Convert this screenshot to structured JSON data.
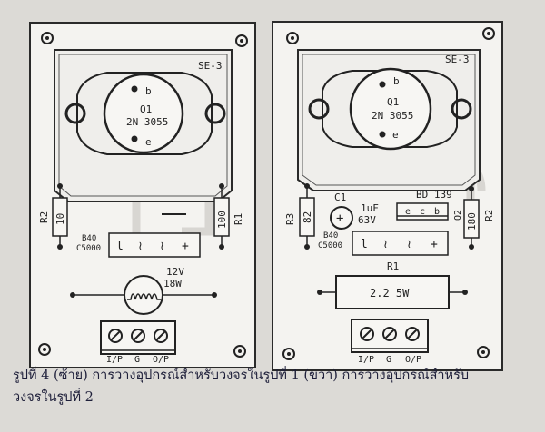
{
  "left_board": {
    "transistor": {
      "name": "Q1",
      "part": "2N 3055",
      "pin_b": "b",
      "pin_e": "e"
    },
    "resistor_left": {
      "ref": "R2",
      "value": "10"
    },
    "resistor_right": {
      "ref": "R1",
      "value": "100"
    },
    "rectifier": {
      "part_line1": "B40",
      "part_line2": "C5000",
      "pins": [
        "l",
        "≀",
        "≀",
        "+"
      ]
    },
    "lamp": {
      "voltage": "12V",
      "power": "18W"
    },
    "terminal_labels": [
      "I/P",
      "G",
      "O/P"
    ],
    "corner_mark": "SE-3"
  },
  "right_board": {
    "transistor": {
      "name": "Q1",
      "part": "2N 3055",
      "pin_b": "b",
      "pin_e": "e"
    },
    "capacitor": {
      "ref": "C1",
      "value": "1uF",
      "voltage": "63V",
      "polarity": "+"
    },
    "transistor2": {
      "name": "BD 139",
      "ref": "Q2",
      "pins": [
        "e",
        "c",
        "b"
      ]
    },
    "resistor_left": {
      "ref": "R3",
      "value": "82"
    },
    "resistor_right": {
      "ref": "R2",
      "value": "180"
    },
    "rectifier": {
      "part_line1": "B40",
      "part_line2": "C5000",
      "pins": [
        "l",
        "≀",
        "≀",
        "+"
      ]
    },
    "power_resistor": {
      "ref": "R1",
      "value": "2.2  5W"
    },
    "terminal_labels": [
      "I/P",
      "G",
      "O/P"
    ],
    "corner_mark": "SE-3"
  },
  "caption": {
    "line1": "รูปที่ 4 (ซ้าย) การวางอุปกรณ์สำหรับวงจรในรูปที่ 1 (ขวา) การวางอุปกรณ์สำหรับ",
    "line2": "วงจรในรูปที่ 2"
  }
}
